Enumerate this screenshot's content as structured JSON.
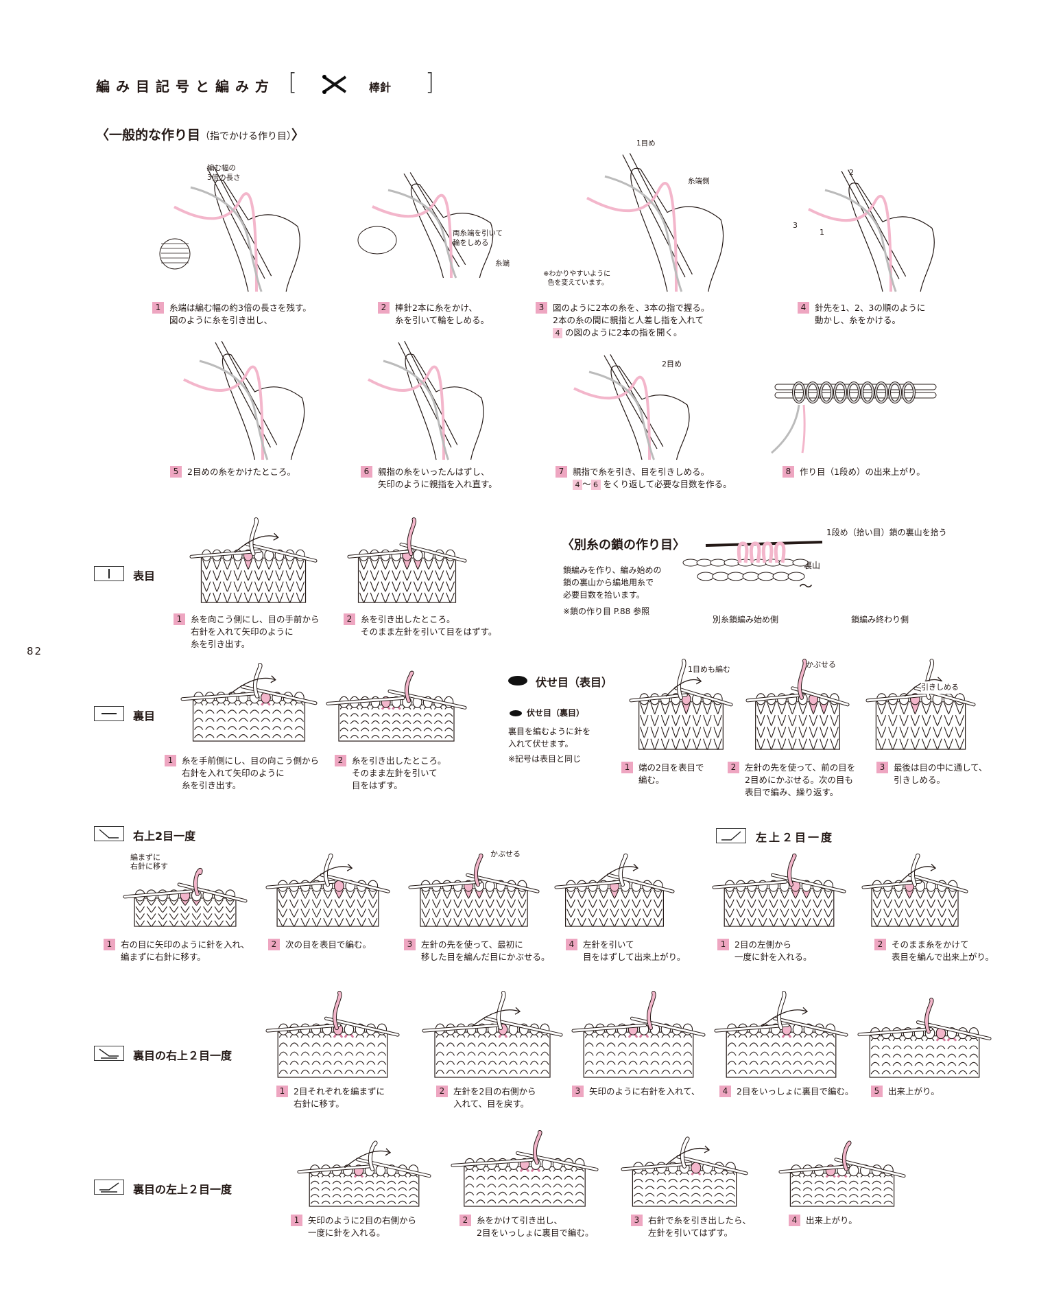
{
  "page": {
    "title": "編み目記号と編み方",
    "needle_label": "棒針",
    "page_number": "82"
  },
  "cast_on": {
    "heading": "〈一般的な作り目",
    "heading_sub": "（指でかける作り目）",
    "heading_end": "〉",
    "notes": {
      "width": "編む幅の",
      "width2": "3倍の長さ",
      "tighten": "両糸端を引いて",
      "tighten2": "輪をしめる",
      "yarn_end": "糸端",
      "first": "1目め",
      "end_side": "糸端側",
      "color_note": "※わかりやすいように",
      "color_note2": "色を変えています。",
      "second": "2目め",
      "n1": "1",
      "n2": "2",
      "n3": "3"
    },
    "steps": [
      {
        "num": "1",
        "l1": "糸端は編む幅の約3倍の長さを残す。",
        "l2": "図のように糸を引き出し、"
      },
      {
        "num": "2",
        "l1": "棒針2本に糸をかけ、",
        "l2": "糸を引いて輪をしめる。"
      },
      {
        "num": "3",
        "l1": "図のように2本の糸を、3本の指で握る。",
        "l2": "2本の糸の間に親指と人差し指を入れて",
        "ref": "4",
        "l3": "の図のように2本の指を開く。"
      },
      {
        "num": "4",
        "l1": "針先を1、2、3の順のように",
        "l2": "動かし、糸をかける。"
      },
      {
        "num": "5",
        "l1": "2目めの糸をかけたところ。"
      },
      {
        "num": "6",
        "l1": "親指の糸をいったんはずし、",
        "l2": "矢印のように親指を入れ直す。"
      },
      {
        "num": "7",
        "l1": "親指で糸を引き、目を引きしめる。",
        "ref_a": "4",
        "tilde": "～",
        "ref_b": "6",
        "l2": "をくり返して必要な目数を作る。"
      },
      {
        "num": "8",
        "l1": "作り目（1段め）の出来上がり。"
      }
    ]
  },
  "knit": {
    "label": "表目",
    "steps": [
      {
        "num": "1",
        "l1": "糸を向こう側にし、目の手前から",
        "l2": "右針を入れて矢印のように",
        "l3": "糸を引き出す。"
      },
      {
        "num": "2",
        "l1": "糸を引き出したところ。",
        "l2": "そのまま左針を引いて目をはずす。"
      }
    ]
  },
  "provisional": {
    "heading": "〈別糸の鎖の作り目〉",
    "l1": "鎖編みを作り、編み始めの",
    "l2": "鎖の裏山から編地用糸で",
    "l3": "必要目数を拾います。",
    "ref": "※鎖の作り目 P.88 参照",
    "pick": "1段め（拾い目）鎖の裏山を拾う",
    "back": "裏山",
    "tilde": "～",
    "start_side": "別糸鎖編み始め側",
    "end_side": "鎖編み終わり側"
  },
  "purl": {
    "label": "裏目",
    "steps": [
      {
        "num": "1",
        "l1": "糸を手前側にし、目の向こう側から",
        "l2": "右針を入れて矢印のように",
        "l3": "糸を引き出す。"
      },
      {
        "num": "2",
        "l1": "糸を引き出したところ。",
        "l2": "そのまま左針を引いて",
        "l3": "目をはずす。"
      }
    ]
  },
  "bind_off": {
    "label": "伏せ目（表目）",
    "purl_label": "伏せ目（裏目）",
    "l1": "裏目を編むように針を",
    "l2": "入れて伏せます。",
    "note": "※記号は表目と同じ",
    "fig_notes": {
      "also": "1目めも編む",
      "cover": "かぶせる",
      "tighten": "引きしめる"
    },
    "steps": [
      {
        "num": "1",
        "l1": "端の2目を表目で",
        "l2": "編む。"
      },
      {
        "num": "2",
        "l1": "左針の先を使って、前の目を",
        "l2": "2目めにかぶせる。次の目も",
        "l3": "表目で編み、繰り返す。"
      },
      {
        "num": "3",
        "l1": "最後は目の中に通して、",
        "l2": "引きしめる。"
      }
    ]
  },
  "ssk": {
    "label": "右上2目一度",
    "fig_notes": {
      "slip": "編まずに",
      "slip2": "右針に移す",
      "cover": "かぶせる"
    },
    "steps": [
      {
        "num": "1",
        "l1": "右の目に矢印のように針を入れ、",
        "l2": "編まずに右針に移す。"
      },
      {
        "num": "2",
        "l1": "次の目を表目で編む。"
      },
      {
        "num": "3",
        "l1": "左針の先を使って、最初に",
        "l2": "移した目を編んだ目にかぶせる。"
      },
      {
        "num": "4",
        "l1": "左針を引いて",
        "l2": "目をはずして出来上がり。"
      }
    ]
  },
  "k2tog": {
    "label": "左上２目一度",
    "steps": [
      {
        "num": "1",
        "l1": "2目の左側から",
        "l2": "一度に針を入れる。"
      },
      {
        "num": "2",
        "l1": "そのまま糸をかけて",
        "l2": "表目を編んで出来上がり。"
      }
    ]
  },
  "purl_ssk": {
    "label": "裏目の右上２目一度",
    "steps": [
      {
        "num": "1",
        "l1": "2目それぞれを編まずに",
        "l2": "右針に移す。"
      },
      {
        "num": "2",
        "l1": "左針を2目の右側から",
        "l2": "入れて、目を戻す。"
      },
      {
        "num": "3",
        "l1": "矢印のように右針を入れて、"
      },
      {
        "num": "4",
        "l1": "2目をいっしょに裏目で編む。"
      },
      {
        "num": "5",
        "l1": "出来上がり。"
      }
    ]
  },
  "purl_k2tog": {
    "label": "裏目の左上２目一度",
    "steps": [
      {
        "num": "1",
        "l1": "矢印のように2目の右側から",
        "l2": "一度に針を入れる。"
      },
      {
        "num": "2",
        "l1": "糸をかけて引き出し、",
        "l2": "2目をいっしょに裏目で編む。"
      },
      {
        "num": "3",
        "l1": "右針で糸を引き出したら、",
        "l2": "左針を引いてはずす。"
      },
      {
        "num": "4",
        "l1": "出来上がり。"
      }
    ]
  },
  "colors": {
    "accent": "#eea6c1",
    "yarn_pink": "#f3b6cb",
    "line": "#231815"
  }
}
